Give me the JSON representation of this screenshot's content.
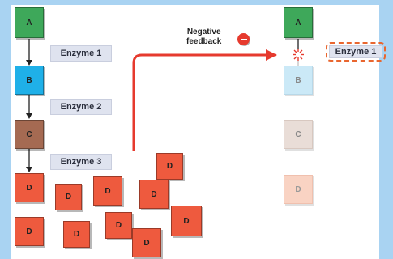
{
  "pathway": {
    "step_a": "A",
    "step_b": "B",
    "step_c": "C",
    "product": "D",
    "enzyme_1": "Enzyme 1",
    "enzyme_2": "Enzyme 2",
    "enzyme_3": "Enzyme 3"
  },
  "feedback": {
    "line1": "Negative",
    "line2": "feedback",
    "sign_icon": "minus-circle-icon"
  },
  "inhibited_pathway": {
    "step_a": "A",
    "step_b": "B",
    "step_c": "C",
    "product": "D",
    "enzyme_1": "Enzyme 1",
    "block_icon": "inhibition-burst-icon"
  },
  "colors": {
    "frame": "#a9d3f2",
    "a": "#3ea85a",
    "b": "#1fb0e8",
    "c": "#a56a52",
    "d": "#ee5a3e",
    "feedback_arrow": "#e63a2e",
    "enzyme_label_bg": "#dfe3ef",
    "highlight": "#e9662f"
  }
}
